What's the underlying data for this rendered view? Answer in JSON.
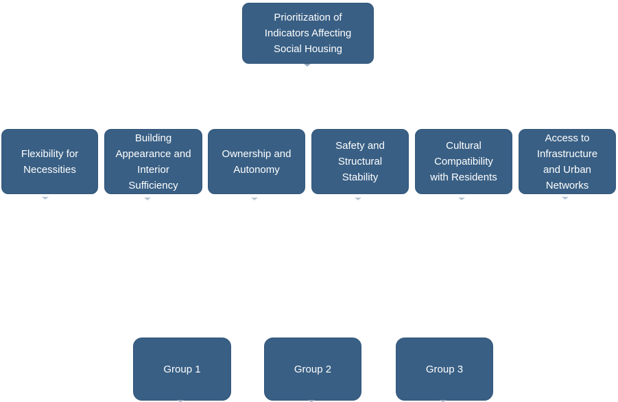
{
  "diagram": {
    "title": "Prioritization of Indicators Affecting Social Housing",
    "root": {
      "label": "Prioritization of Indicators Affecting Social Housing"
    },
    "indicators": [
      {
        "label": "Flexibility for Necessities"
      },
      {
        "label": "Building Appearance and Interior Sufficiency"
      },
      {
        "label": "Ownership and Autonomy"
      },
      {
        "label": "Safety and Structural Stability"
      },
      {
        "label": "Cultural Compatibility with Residents"
      },
      {
        "label": "Access to Infrastructure and Urban Networks"
      }
    ],
    "groups": [
      {
        "label": "Group 1"
      },
      {
        "label": "Group 2"
      },
      {
        "label": "Group 3"
      }
    ]
  },
  "colors": {
    "node_fill": "#395f84",
    "node_border": "#33567a",
    "node_text": "#ffffff",
    "background": "#ffffff",
    "connector": "#9db1c4"
  }
}
